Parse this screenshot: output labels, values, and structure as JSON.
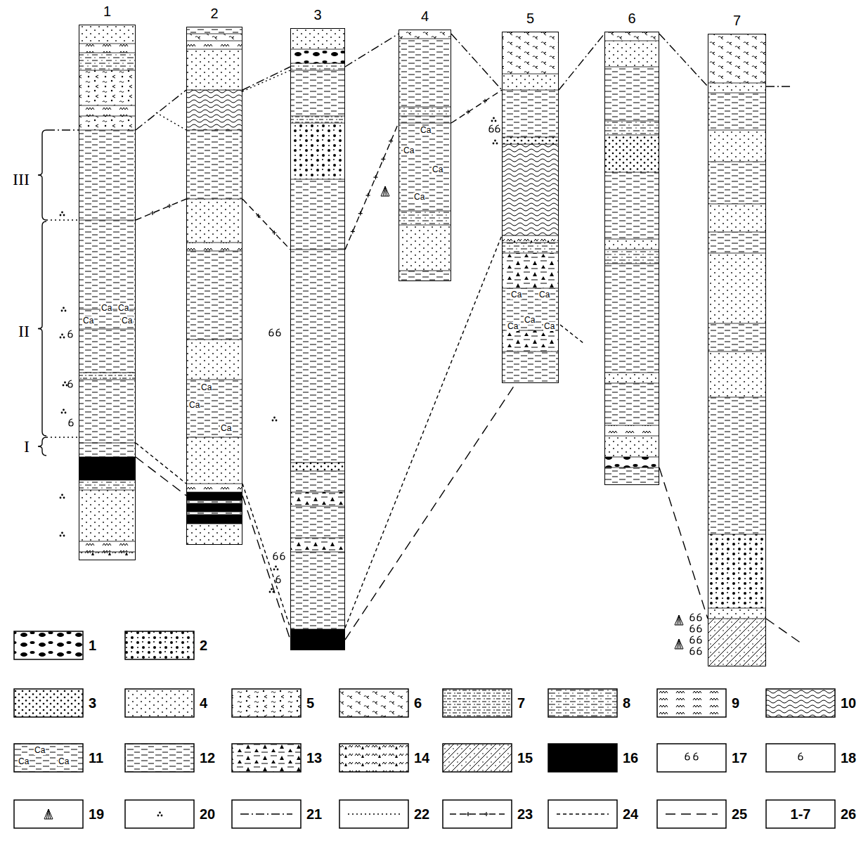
{
  "diagram": {
    "nodes": [
      {
        "text": [
          "1"
        ]
      },
      {
        "text": [
          "2"
        ]
      },
      {
        "text": [
          "3"
        ]
      },
      {
        "text": [
          "4"
        ]
      },
      {
        "text": [
          "5"
        ]
      },
      {
        "text": [
          "6"
        ]
      },
      {
        "text": [
          "7"
        ]
      }
    ],
    "edges": [
      {
        "from": 0,
        "to": 1,
        "arrow": "none"
      },
      {
        "from": 1,
        "to": 2,
        "arrow": "none"
      },
      {
        "from": 2,
        "to": 3,
        "arrow": "none"
      },
      {
        "from": 3,
        "to": 4,
        "arrow": "none"
      },
      {
        "from": 4,
        "to": 5,
        "arrow": "none"
      },
      {
        "from": 5,
        "to": 6,
        "arrow": "none"
      },
      {
        "from": 1,
        "to": 2,
        "arrow": "none"
      },
      {
        "from": 0,
        "to": 1,
        "arrow": "none"
      },
      {
        "from": 1,
        "to": 2,
        "arrow": "none"
      },
      {
        "from": 2,
        "to": 3,
        "arrow": "none"
      },
      {
        "from": 3,
        "to": 4,
        "arrow": "none"
      },
      {
        "from": 0,
        "to": 1,
        "arrow": "none"
      },
      {
        "from": 1,
        "to": 2,
        "arrow": "none"
      },
      {
        "from": 2,
        "to": 4,
        "arrow": "none"
      },
      {
        "from": 0,
        "to": 1,
        "arrow": "none"
      },
      {
        "from": 1,
        "to": 2,
        "arrow": "none"
      },
      {
        "from": 2,
        "to": 4,
        "arrow": "none"
      },
      {
        "from": 5,
        "to": 6,
        "arrow": "none"
      }
    ],
    "labels": [
      "III",
      "II",
      "I",
      "Ca",
      "Ca",
      "Ca",
      "Ca",
      "Ca",
      "Ca",
      "Ca",
      "Ca",
      "Ca",
      "Ca",
      "Ca",
      "Ca",
      "Ca",
      "Ca",
      "Ca",
      "Ca",
      "Ca",
      "Ca",
      "Ca",
      "1-7"
    ],
    "legend": [
      {
        "text": "1"
      },
      {
        "text": "2"
      },
      {
        "text": "3"
      },
      {
        "text": "4"
      },
      {
        "text": "5"
      },
      {
        "text": "6"
      },
      {
        "text": "7"
      },
      {
        "text": "8"
      },
      {
        "text": "9"
      },
      {
        "text": "10"
      },
      {
        "text": "11"
      },
      {
        "text": "12"
      },
      {
        "text": "13"
      },
      {
        "text": "14"
      },
      {
        "text": "15"
      },
      {
        "text": "16"
      },
      {
        "text": "17"
      },
      {
        "text": "18"
      },
      {
        "text": "19"
      },
      {
        "text": "20"
      },
      {
        "text": "21"
      },
      {
        "text": "22"
      },
      {
        "text": "23"
      },
      {
        "text": "24"
      },
      {
        "text": "25"
      },
      {
        "text": "26"
      }
    ]
  }
}
